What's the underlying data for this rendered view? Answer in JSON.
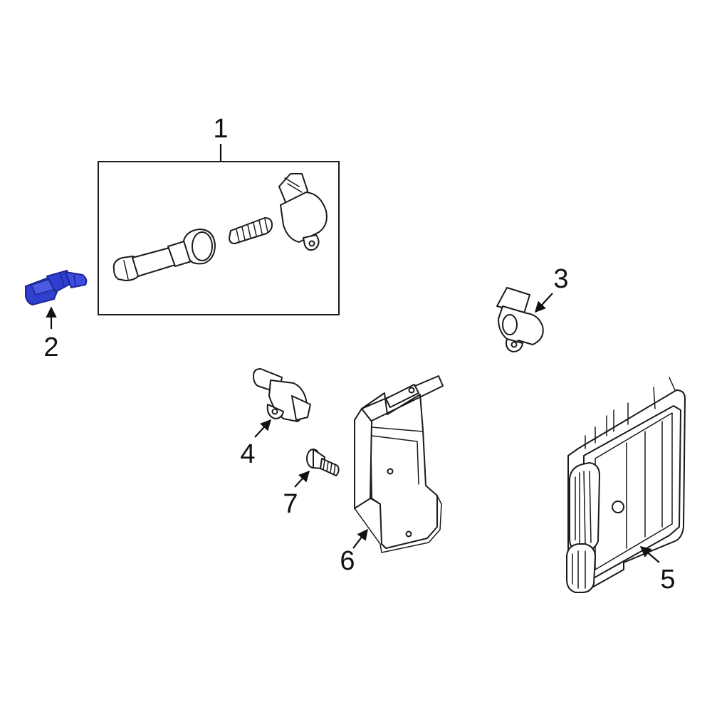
{
  "callouts": {
    "c1": "1",
    "c2": "2",
    "c3": "3",
    "c4": "4",
    "c5": "5",
    "c6": "6",
    "c7": "7"
  },
  "colors": {
    "highlight": "#2f3fd0",
    "highlight_dark": "#1d2790",
    "line": "#1a1a1a",
    "background": "#ffffff"
  },
  "highlighted_part": "2"
}
